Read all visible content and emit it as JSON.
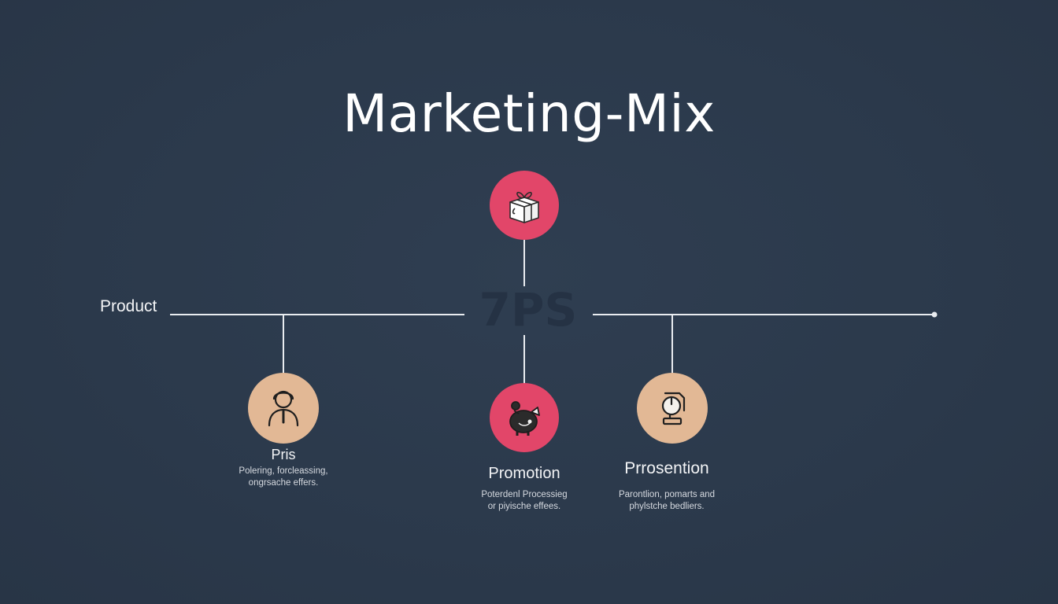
{
  "title": "Marketing-Mix",
  "center_label": "7PS",
  "axis_label": "Product",
  "nodes": [
    {
      "id": "top",
      "icon": "gift-box-icon",
      "color": "#e24669"
    },
    {
      "id": "left",
      "icon": "person-tie-icon",
      "color": "#e2b895",
      "label": "Pris",
      "desc": [
        "Polering, forcleassing,",
        "ongrsache effers."
      ]
    },
    {
      "id": "mid",
      "icon": "piggy-bank-icon",
      "color": "#e24669",
      "label": "Promotion",
      "desc": [
        "Poterdenl Processieg",
        "or piyische effees."
      ]
    },
    {
      "id": "right",
      "icon": "power-device-icon",
      "color": "#e2b895",
      "label": "Prrosention",
      "desc": [
        "Parontlion, pomarts and",
        "phylstche bedliers."
      ]
    }
  ],
  "colors": {
    "background": "#2c3a4c",
    "line": "#e9ecf0",
    "accent_pink": "#e24669",
    "accent_tan": "#e2b895"
  }
}
